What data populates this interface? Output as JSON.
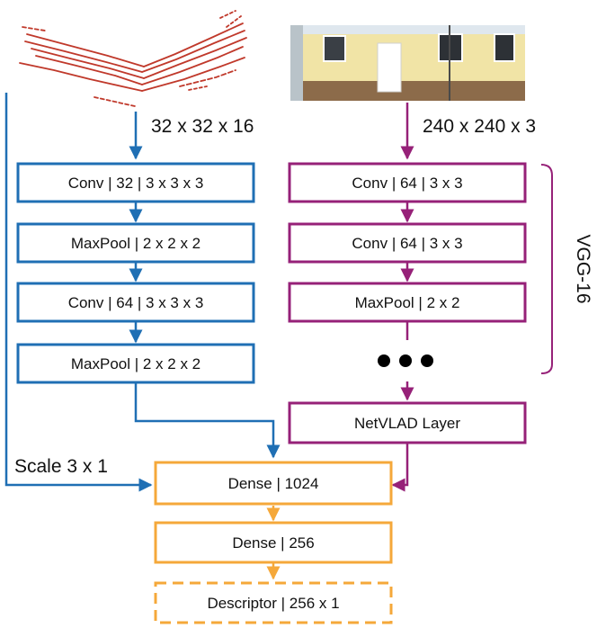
{
  "colors": {
    "lidar_branch": "#1f6fb4",
    "image_branch": "#962178",
    "fusion": "#f5a83a",
    "text": "#111111",
    "pointcloud": "#c0392b"
  },
  "inputs": {
    "lidar_dims": "32 x 32 x 16",
    "image_dims": "240 x 240 x 3",
    "scale_label": "Scale 3 x 1",
    "pointcloud_icon": "lidar-pointcloud-picture",
    "image_icon": "building-facade-photo"
  },
  "lidar_branch": {
    "layers": [
      "Conv | 32 | 3 x 3 x 3",
      "MaxPool | 2 x 2 x 2",
      "Conv | 64 | 3 x 3 x 3",
      "MaxPool | 2 x 2 x 2"
    ]
  },
  "image_branch": {
    "layers": [
      "Conv | 64 | 3 x 3",
      "Conv | 64 | 3 x 3",
      "MaxPool | 2 x 2"
    ],
    "ellipsis": "• • •",
    "bracket_label": "VGG-16",
    "netvlad": "NetVLAD Layer"
  },
  "fusion": {
    "layers": [
      "Dense | 1024",
      "Dense | 256"
    ],
    "output": "Descriptor | 256 x 1"
  }
}
